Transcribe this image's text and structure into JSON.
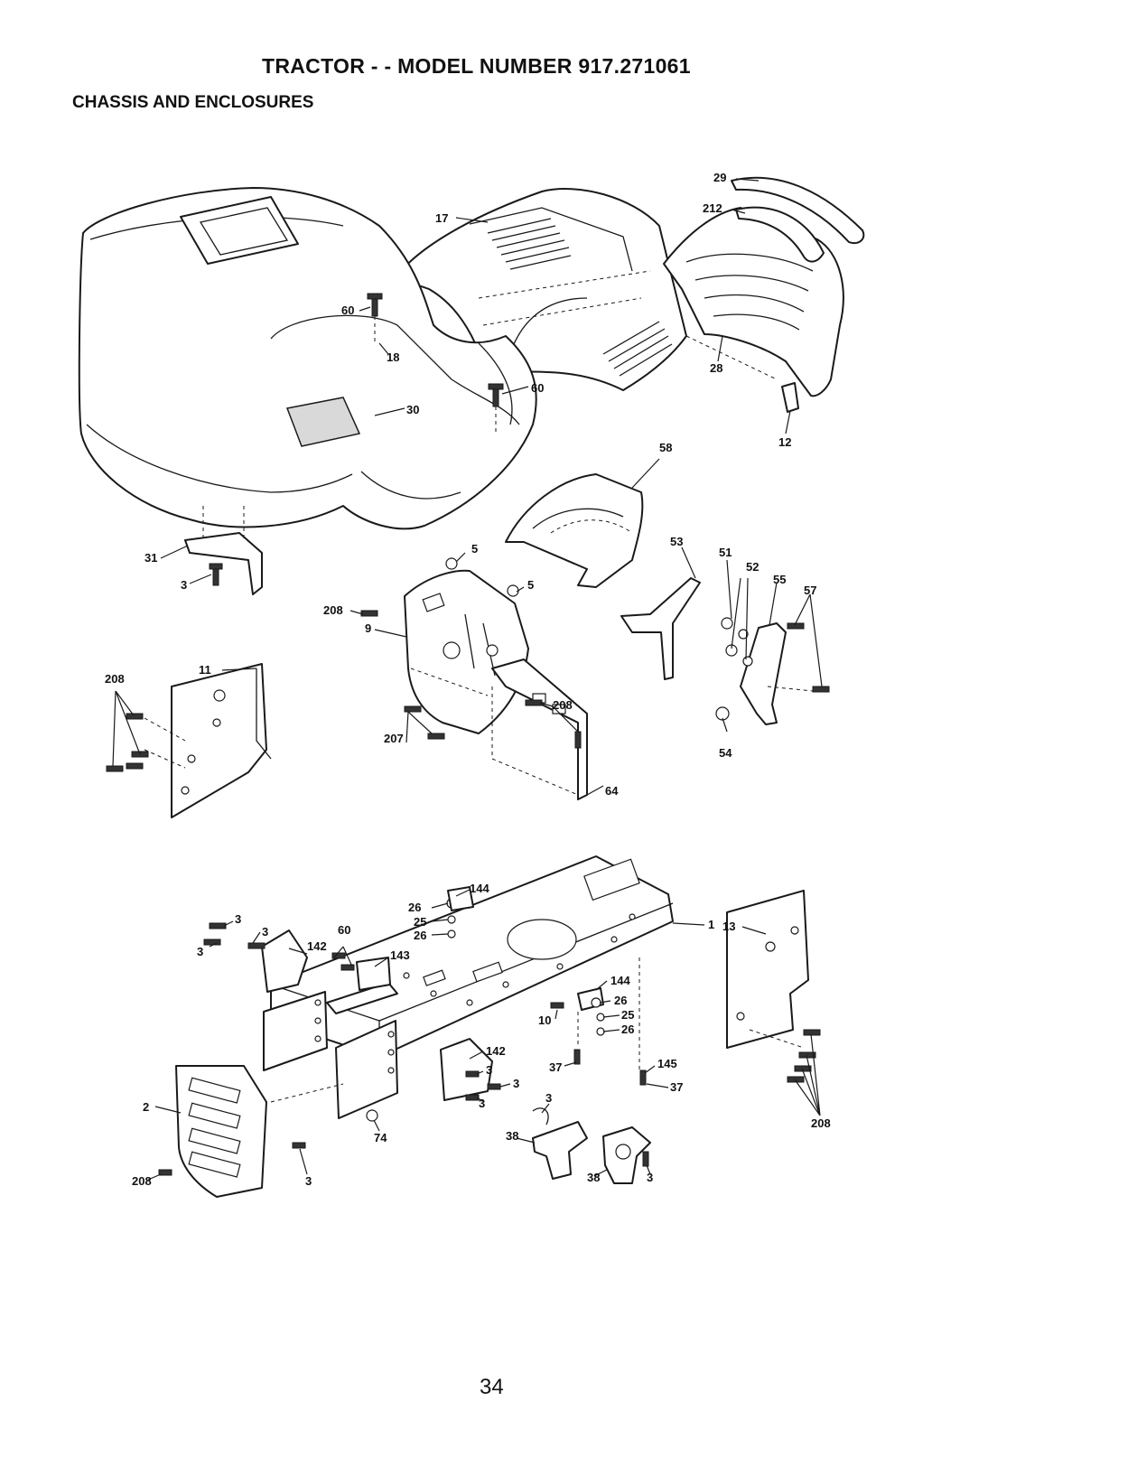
{
  "header": {
    "title": "TRACTOR - - MODEL NUMBER 917.271061",
    "subtitle": "CHASSIS AND ENCLOSURES"
  },
  "footer": {
    "page_number": "34"
  },
  "callouts": {
    "c29": "29",
    "c212": "212",
    "c17": "17",
    "c60a": "60",
    "c18": "18",
    "c60b": "60",
    "c30": "30",
    "c28": "28",
    "c12": "12",
    "c58": "58",
    "c5a": "5",
    "c5b": "5",
    "c31": "31",
    "c3a": "3",
    "c208a": "208",
    "c9": "9",
    "c53": "53",
    "c51": "51",
    "c52": "52",
    "c55": "55",
    "c57": "57",
    "c208b": "208",
    "c11": "11",
    "c208c": "208",
    "c207": "207",
    "c54": "54",
    "c64": "64",
    "c144a": "144",
    "c26a": "26",
    "c25a": "25",
    "c26b": "26",
    "c1": "1",
    "c13": "13",
    "c3b": "3",
    "c3c": "3",
    "c3d": "3",
    "c60c": "60",
    "c142a": "142",
    "c143": "143",
    "c144b": "144",
    "c26c": "26",
    "c25b": "25",
    "c26d": "26",
    "c10": "10",
    "c142b": "142",
    "c3e": "3",
    "c3f": "3",
    "c3g": "3",
    "c37a": "37",
    "c145": "145",
    "c37b": "37",
    "c208d": "208",
    "c2": "2",
    "c74": "74",
    "c38a": "38",
    "c38b": "38",
    "c3h": "3",
    "c3i": "3",
    "c3j": "3",
    "c208e": "208"
  }
}
